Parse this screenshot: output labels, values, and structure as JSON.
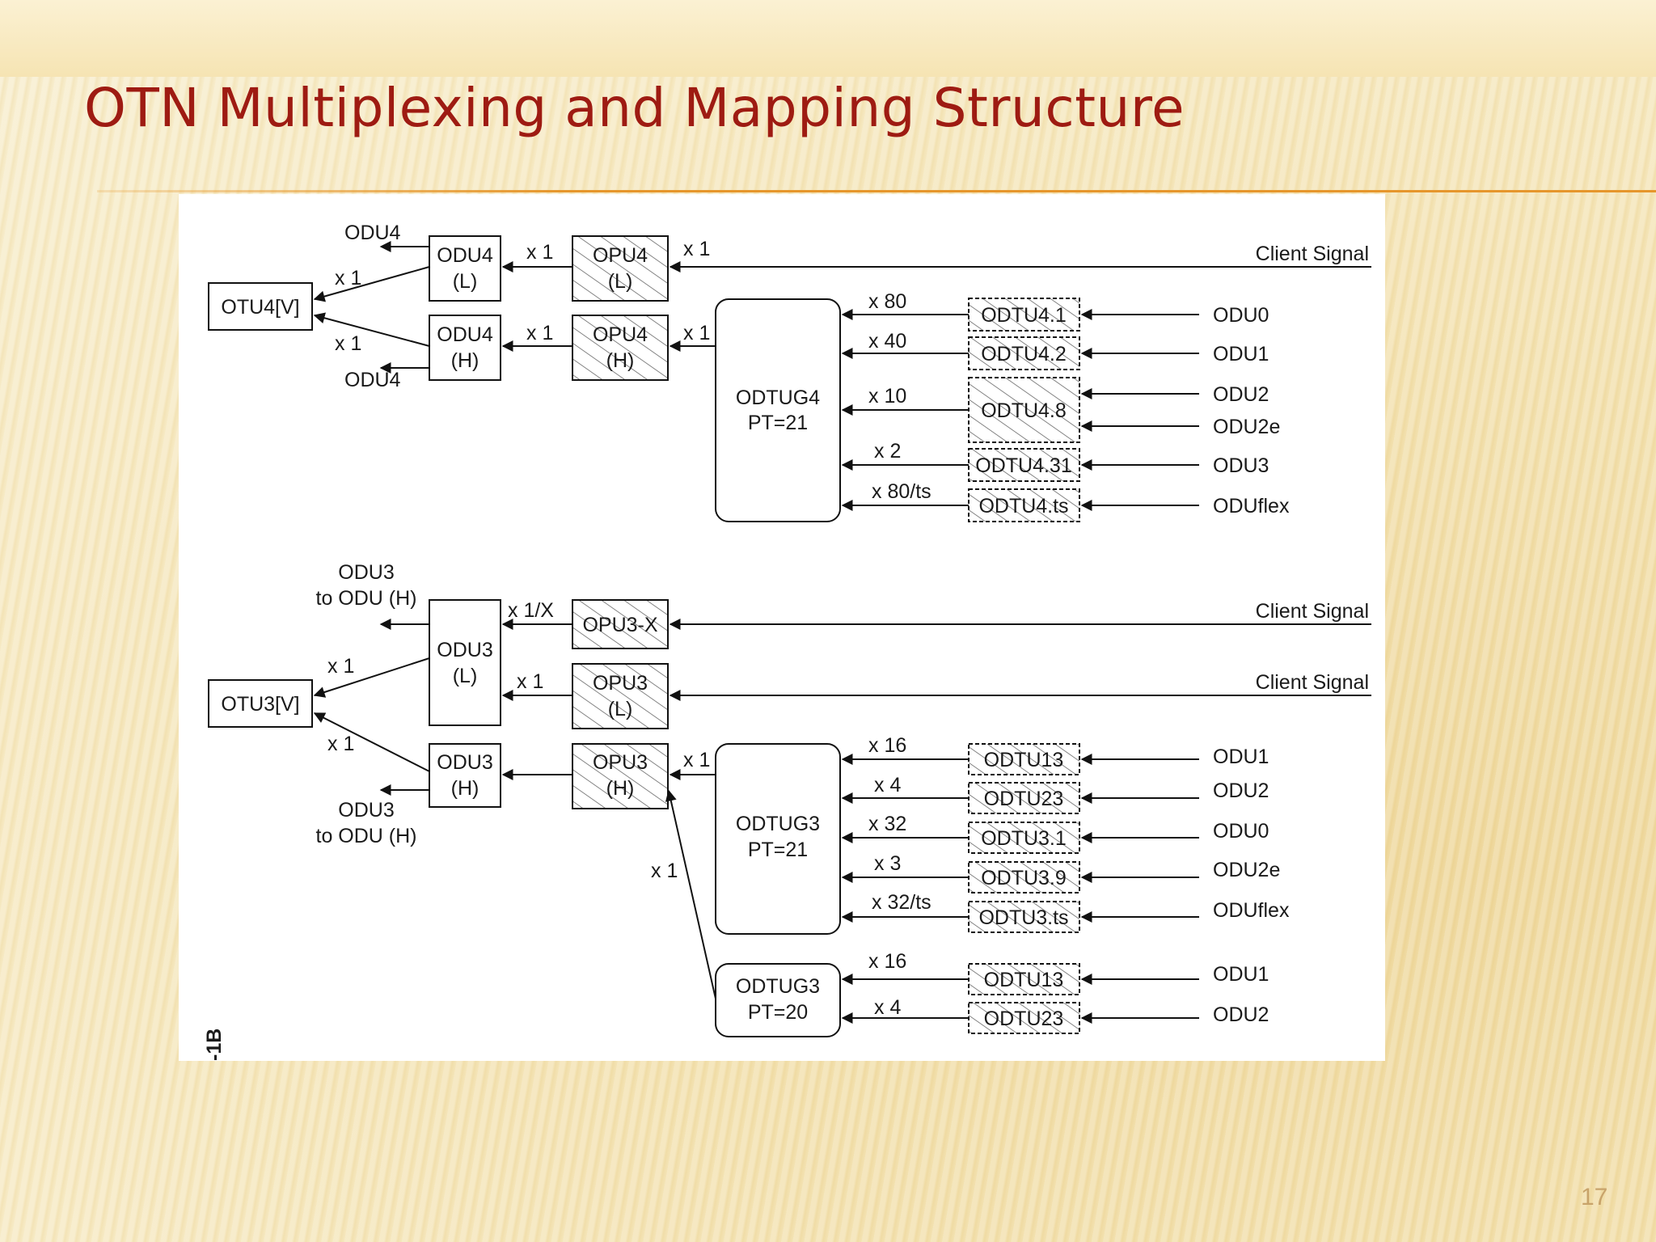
{
  "slide": {
    "title": "OTN Multiplexing and Mapping Structure",
    "page_number": "17"
  },
  "diagram": {
    "side_label": "-1B",
    "top": {
      "otu": "OTU4[V]",
      "odu_l": [
        "ODU4",
        "(L)"
      ],
      "odu_h": [
        "ODU4",
        "(H)"
      ],
      "opu_l": [
        "OPU4",
        "(L)"
      ],
      "opu_h": [
        "OPU4",
        "(H)"
      ],
      "odu4_out_top": "ODU4",
      "odu4_out_bottom": "ODU4",
      "mult_otu_l": "x 1",
      "mult_otu_h": "x 1",
      "mult_odu_l": "x 1",
      "mult_odu_h": "x 1",
      "mult_client": "x 1",
      "mult_odtug": "x 1",
      "client_signal": "Client Signal",
      "odtug": [
        "ODTUG4",
        "PT=21"
      ],
      "tributaries": [
        {
          "mult": "x 80",
          "box": "ODTU4.1",
          "client": "ODU0"
        },
        {
          "mult": "x 40",
          "box": "ODTU4.2",
          "client": "ODU1"
        },
        {
          "mult": "x 10",
          "box": "ODTU4.8",
          "client": "ODU2",
          "client2": "ODU2e"
        },
        {
          "mult": "x 2",
          "box": "ODTU4.31",
          "client": "ODU3"
        },
        {
          "mult": "x 80/ts",
          "box": "ODTU4.ts",
          "client": "ODUflex"
        }
      ]
    },
    "bottom": {
      "otu": "OTU3[V]",
      "odu_l": [
        "ODU3",
        "(L)"
      ],
      "odu_h": [
        "ODU3",
        "(H)"
      ],
      "opu_x": "OPU3-X",
      "opu_l": [
        "OPU3",
        "(L)"
      ],
      "opu_h": [
        "OPU3",
        "(H)"
      ],
      "out_top": [
        "ODU3",
        "to ODU (H)"
      ],
      "out_bottom": [
        "ODU3",
        "to ODU (H)"
      ],
      "mult_otu_l": "x 1",
      "mult_otu_h": "x 1",
      "mult_opux": "x 1/X",
      "mult_opu_l": "x 1",
      "mult_odtug": "x 1",
      "mult_odtug20": "x 1",
      "client_signal_1": "Client Signal",
      "client_signal_2": "Client Signal",
      "odtug21": [
        "ODTUG3",
        "PT=21"
      ],
      "tributaries21": [
        {
          "mult": "x 16",
          "box": "ODTU13",
          "client": "ODU1"
        },
        {
          "mult": "x 4",
          "box": "ODTU23",
          "client": "ODU2"
        },
        {
          "mult": "x 32",
          "box": "ODTU3.1",
          "client": "ODU0"
        },
        {
          "mult": "x 3",
          "box": "ODTU3.9",
          "client": "ODU2e"
        },
        {
          "mult": "x 32/ts",
          "box": "ODTU3.ts",
          "client": "ODUflex"
        }
      ],
      "odtug20": [
        "ODTUG3",
        "PT=20"
      ],
      "tributaries20": [
        {
          "mult": "x 16",
          "box": "ODTU13",
          "client": "ODU1"
        },
        {
          "mult": "x 4",
          "box": "ODTU23",
          "client": "ODU2"
        }
      ]
    }
  }
}
